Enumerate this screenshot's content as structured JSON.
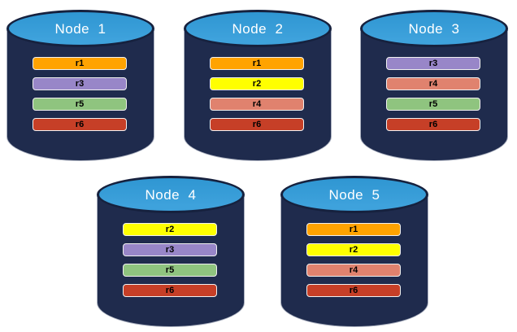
{
  "diagram": {
    "description_visible": false
  },
  "colors": {
    "background": "#FFFFFF",
    "cylinder-body": "#1F2B4D",
    "cylinder-top": "#2F96D2",
    "cylinder-outline": "#16213E",
    "bar-border": "#F0F0F0",
    "bar-text": "#000000",
    "title-text": "#FFFFFF"
  },
  "shard_colors": {
    "r1": "#FFA301",
    "r2": "#FFFF00",
    "r3": "#9886C8",
    "r4": "#E0826E",
    "r5": "#8FC47F",
    "r6": "#C63F27"
  },
  "nodes": [
    {
      "label": "Node  1",
      "shards": [
        "r1",
        "r3",
        "r5",
        "r6"
      ]
    },
    {
      "label": "Node  2",
      "shards": [
        "r1",
        "r2",
        "r4",
        "r6"
      ]
    },
    {
      "label": "Node  3",
      "shards": [
        "r3",
        "r4",
        "r5",
        "r6"
      ]
    },
    {
      "label": "Node  4",
      "shards": [
        "r2",
        "r3",
        "r5",
        "r6"
      ]
    },
    {
      "label": "Node  5",
      "shards": [
        "r1",
        "r2",
        "r4",
        "r6"
      ]
    }
  ]
}
